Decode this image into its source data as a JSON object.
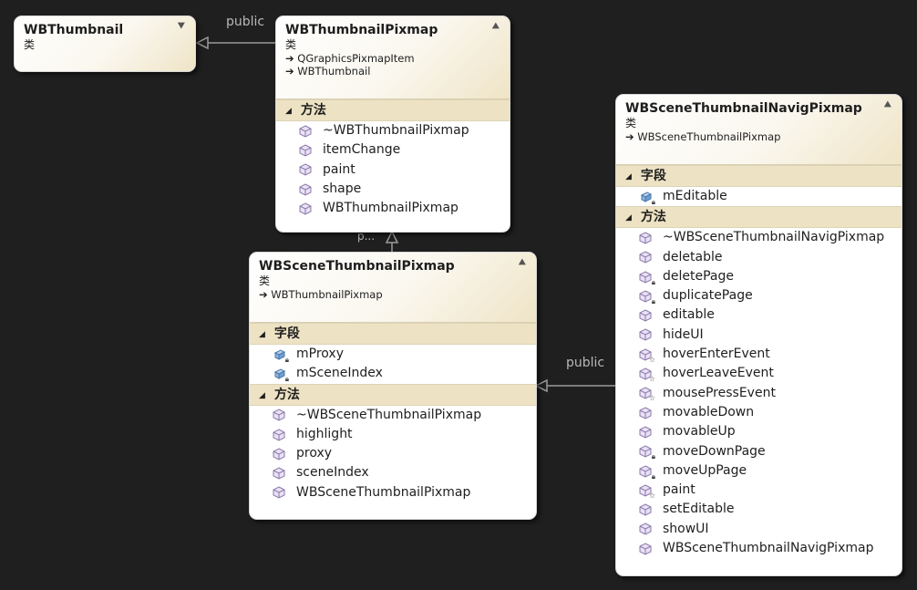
{
  "colors": {
    "background": "#1f1f1f",
    "connector": "#9a9a9a"
  },
  "relations": {
    "label_top": "public",
    "label_mid": "public",
    "label_truncated": "p..."
  },
  "classes": {
    "wbthumbnail": {
      "name": "WBThumbnail",
      "kind": "类",
      "collapse_icon": "chevron-double-down-icon"
    },
    "pixmap": {
      "name": "WBThumbnailPixmap",
      "kind": "类",
      "inherits": [
        "QGraphicsPixmapItem",
        "WBThumbnail"
      ],
      "methods_label": "方法",
      "methods": [
        {
          "name": "~WBThumbnailPixmap",
          "icon": "method-icon"
        },
        {
          "name": "itemChange",
          "icon": "method-icon"
        },
        {
          "name": "paint",
          "icon": "method-icon"
        },
        {
          "name": "shape",
          "icon": "method-icon"
        },
        {
          "name": "WBThumbnailPixmap",
          "icon": "method-icon"
        }
      ]
    },
    "scene": {
      "name": "WBSceneThumbnailPixmap",
      "kind": "类",
      "inherits": [
        "WBThumbnailPixmap"
      ],
      "fields_label": "字段",
      "fields": [
        {
          "name": "mProxy",
          "icon": "private-field-icon"
        },
        {
          "name": "mSceneIndex",
          "icon": "private-field-icon"
        }
      ],
      "methods_label": "方法",
      "methods": [
        {
          "name": "~WBSceneThumbnailPixmap",
          "icon": "method-icon"
        },
        {
          "name": "highlight",
          "icon": "method-icon"
        },
        {
          "name": "proxy",
          "icon": "method-icon"
        },
        {
          "name": "sceneIndex",
          "icon": "method-icon"
        },
        {
          "name": "WBSceneThumbnailPixmap",
          "icon": "method-icon"
        }
      ]
    },
    "navig": {
      "name": "WBSceneThumbnailNavigPixmap",
      "kind": "类",
      "inherits": [
        "WBSceneThumbnailPixmap"
      ],
      "fields_label": "字段",
      "fields": [
        {
          "name": "mEditable",
          "icon": "private-field-icon"
        }
      ],
      "methods_label": "方法",
      "methods": [
        {
          "name": "~WBSceneThumbnailNavigPixmap",
          "icon": "method-icon"
        },
        {
          "name": "deletable",
          "icon": "method-icon"
        },
        {
          "name": "deletePage",
          "icon": "private-method-icon"
        },
        {
          "name": "duplicatePage",
          "icon": "private-method-icon"
        },
        {
          "name": "editable",
          "icon": "method-icon"
        },
        {
          "name": "hideUI",
          "icon": "method-icon"
        },
        {
          "name": "hoverEnterEvent",
          "icon": "protected-method-icon"
        },
        {
          "name": "hoverLeaveEvent",
          "icon": "protected-method-icon"
        },
        {
          "name": "mousePressEvent",
          "icon": "protected-method-icon"
        },
        {
          "name": "movableDown",
          "icon": "method-icon"
        },
        {
          "name": "movableUp",
          "icon": "method-icon"
        },
        {
          "name": "moveDownPage",
          "icon": "private-method-icon"
        },
        {
          "name": "moveUpPage",
          "icon": "private-method-icon"
        },
        {
          "name": "paint",
          "icon": "protected-method-icon"
        },
        {
          "name": "setEditable",
          "icon": "method-icon"
        },
        {
          "name": "showUI",
          "icon": "method-icon"
        },
        {
          "name": "WBSceneThumbnailNavigPixmap",
          "icon": "method-icon"
        }
      ]
    }
  }
}
